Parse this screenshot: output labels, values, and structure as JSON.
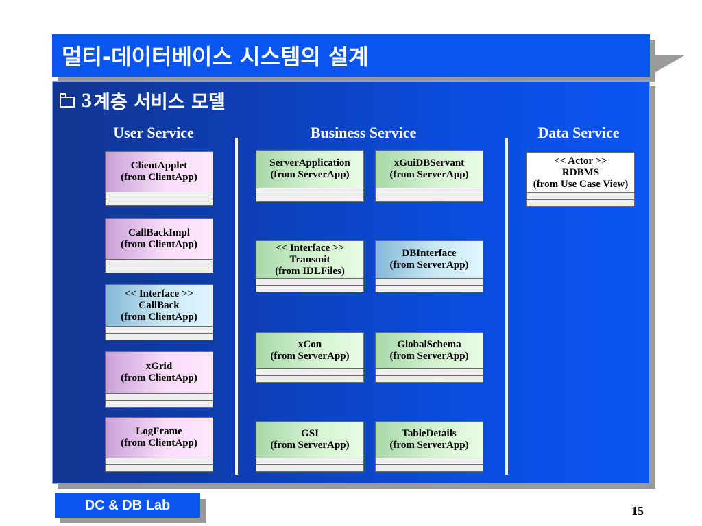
{
  "slide": {
    "title": "멀티-데이터베이스 시스템의 설계",
    "subtitle_number": "3",
    "subtitle_text": "계층 서비스 모델",
    "footer": "DC & DB Lab",
    "page_number": "15"
  },
  "columns": {
    "user": "User Service",
    "business": "Business Service",
    "data": "Data Service"
  },
  "classes": {
    "client_applet": [
      "ClientApplet",
      "(from ClientApp)"
    ],
    "callback_impl": [
      "CallBackImpl",
      "(from ClientApp)"
    ],
    "callback": [
      "<< Interface >>",
      "CallBack",
      "(from ClientApp)"
    ],
    "xgrid": [
      "xGrid",
      "(from ClientApp)"
    ],
    "logframe": [
      "LogFrame",
      "(from ClientApp)"
    ],
    "server_application": [
      "ServerApplication",
      "(from ServerApp)"
    ],
    "xgui_db_servant": [
      "xGuiDBServant",
      "(from ServerApp)"
    ],
    "transmit": [
      "<< Interface >>",
      "Transmit",
      "(from IDLFiles)"
    ],
    "db_interface": [
      "DBInterface",
      "(from ServerApp)"
    ],
    "xcon": [
      "xCon",
      "(from ServerApp)"
    ],
    "global_schema": [
      "GlobalSchema",
      "(from ServerApp)"
    ],
    "gsi": [
      "GSI",
      "(from ServerApp)"
    ],
    "table_details": [
      "TableDetails",
      "(from ServerApp)"
    ],
    "rdbms": [
      "<< Actor >>",
      "RDBMS",
      "(from Use Case View)"
    ]
  },
  "colors": {
    "title_blue": "#0a55f0",
    "panel_dark": "#12358f",
    "shadow_gray": "#9a9a9a"
  }
}
